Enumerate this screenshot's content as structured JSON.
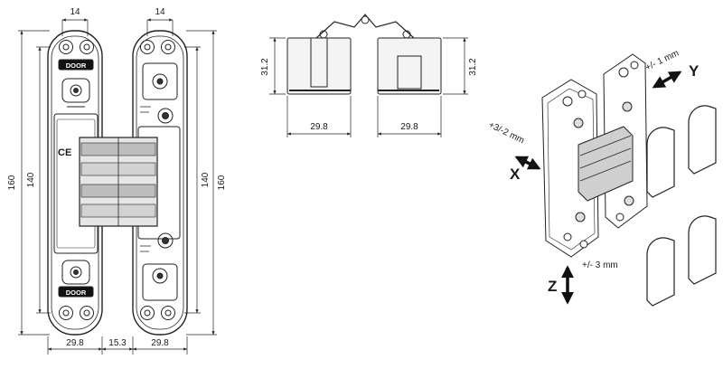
{
  "front_view": {
    "door_label": "DOOR",
    "ce_mark": "CE",
    "dim_top_left": "14",
    "dim_top_right": "14",
    "dim_outer_left": "160",
    "dim_inner_left": "140",
    "dim_inner_right": "140",
    "dim_outer_right": "160",
    "dim_bottom_left": "29.8",
    "dim_bottom_mid": "15.3",
    "dim_bottom_right": "29.8"
  },
  "top_view": {
    "dim_left_height": "31.2",
    "dim_right_height": "31.2",
    "dim_left_width": "29.8",
    "dim_right_width": "29.8"
  },
  "adjustment": {
    "x_axis": "X",
    "y_axis": "Y",
    "z_axis": "Z",
    "x_range": "+3/-2 mm",
    "y_range": "+/- 1 mm",
    "z_range": "+/- 3 mm"
  }
}
